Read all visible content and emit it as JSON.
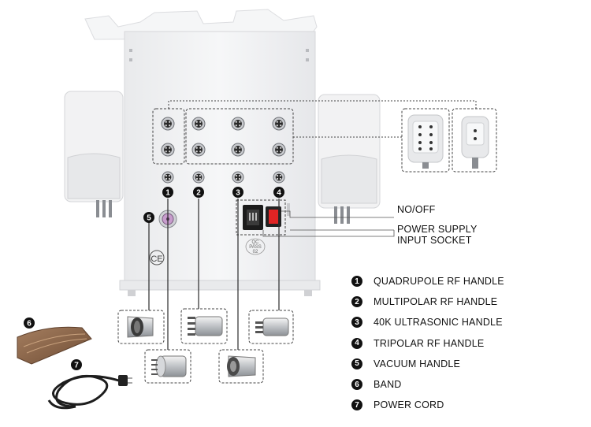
{
  "annotations": {
    "power_switch": "NO/OFF",
    "power_supply": "POWER SUPPLY",
    "input_socket": "INPUT SOCKET"
  },
  "legend": [
    {
      "num": "1",
      "label": "QUADRUPOLE RF HANDLE"
    },
    {
      "num": "2",
      "label": "MULTIPOLAR RF HANDLE"
    },
    {
      "num": "3",
      "label": "40K ULTRASONIC HANDLE"
    },
    {
      "num": "4",
      "label": "TRIPOLAR RF HANDLE"
    },
    {
      "num": "5",
      "label": "VACUUM HANDLE"
    },
    {
      "num": "6",
      "label": "BAND"
    },
    {
      "num": "7",
      "label": "POWER CORD"
    }
  ],
  "device_markings": {
    "ce": "CE",
    "qc_line1": "QC",
    "qc_line2": "PASS",
    "qc_line3": "02"
  },
  "connector_badges": [
    "1",
    "2",
    "3",
    "4",
    "5"
  ],
  "accessory_badges": [
    "6",
    "7"
  ],
  "colors": {
    "device_body": "#f1f2f4",
    "accent_line": "#2b2b2b",
    "dashed_box": "#444444",
    "power_switch": "#e02424",
    "band": "#8a6548"
  }
}
